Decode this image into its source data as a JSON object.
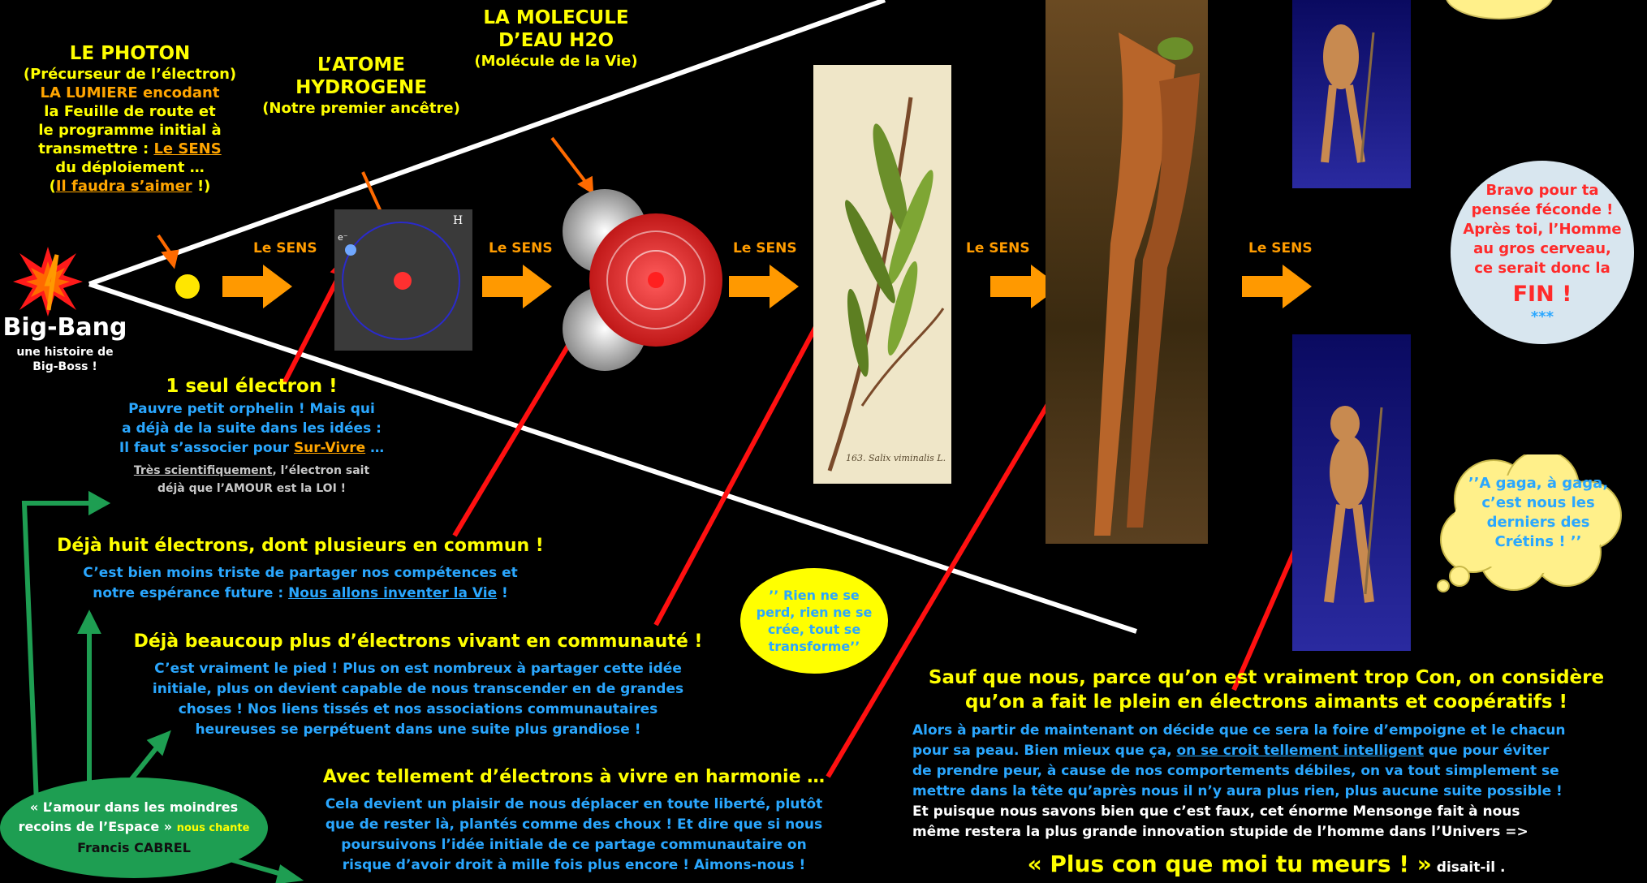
{
  "photon": {
    "title": "LE PHOTON",
    "line1": "(Précurseur de l’électron)",
    "line2": "LA   LUMIERE encodant",
    "line3": "la Feuille de route et",
    "line4": "le programme initial à",
    "line5_a": "transmettre : ",
    "line5_b": "Le SENS",
    "line6": "du déploiement …",
    "line7_a": "(",
    "line7_b": "Il faudra s’aimer",
    "line7_c": " !)"
  },
  "bigbang": {
    "title": "Big-Bang",
    "sub1": "une histoire de",
    "sub2": "Big-Boss !"
  },
  "atom": {
    "title1": "L’ATOME",
    "title2": "HYDROGENE",
    "sub": "(Notre premier ancêtre)",
    "label_h": "H",
    "label_e": "e⁻"
  },
  "molecule": {
    "title1": "LA MOLECULE",
    "title2": "D’EAU  H2O",
    "sub": "(Molécule de la Vie)"
  },
  "sens_label": "Le SENS",
  "electron": {
    "title": "1 seul électron !",
    "p1": "Pauvre petit orphelin !  Mais qui",
    "p2": "a déjà de la suite dans les idées :",
    "p3_a": "Il faut s’associer pour ",
    "p3_b": "Sur-Vivre",
    "p3_c": " …",
    "p4_a": "Très scientifiquement",
    "p4_b": ", l’électron sait",
    "p5": "déjà que l’AMOUR est la LOI !"
  },
  "huit": {
    "title": "Déjà huit électrons, dont plusieurs en commun !",
    "p1": "C’est bien moins triste de partager nos compétences et",
    "p2_a": "notre espérance future :  ",
    "p2_b": "Nous allons inventer la Vie",
    "p2_c": " !"
  },
  "beaucoup": {
    "title": "Déjà beaucoup plus d’électrons vivant en communauté !",
    "p1": "C’est vraiment le pied !  Plus on est nombreux à partager  cette idée",
    "p2": "initiale, plus on devient capable de nous transcender en de grandes",
    "p3": "choses ! Nos liens tissés et nos associations communautaires",
    "p4": "heureuses se perpétuent dans une suite plus grandiose !"
  },
  "harmonie": {
    "title": "Avec tellement d’électrons à vivre en harmonie …",
    "p1": "Cela devient un plaisir de nous déplacer en toute liberté, plutôt",
    "p2": "que de rester là, plantés  comme des choux !  Et dire que si nous",
    "p3": "poursuivons l’idée initiale de ce partage communautaire on",
    "p4": "risque d’avoir droit à mille fois plus encore ! Aimons-nous !"
  },
  "lavoisier": {
    "l1": "’’ Rien ne se",
    "l2": "perd, rien ne se",
    "l3": "crée, tout se",
    "l4": "transforme’’"
  },
  "cabrel": {
    "l1": "« L’amour dans les moindres",
    "l2_a": "recoins de l’Espace » ",
    "l2_b": "nous chante",
    "l3": "Francis CABREL"
  },
  "bravo": {
    "l1": "Bravo pour ta",
    "l2": "pensée féconde !",
    "l3": "Après toi, l’Homme",
    "l4": "au gros cerveau,",
    "l5": "ce serait donc la",
    "fin": "FIN !",
    "stars": "***"
  },
  "gaga": {
    "l1": "’’A gaga, à gaga,",
    "l2": "c’est nous les",
    "l3": "derniers des",
    "l4": "Crétins ! ’’"
  },
  "sauf": {
    "title1": "Sauf que nous, parce qu’on est vraiment trop Con, on considère",
    "title2": "qu’on a fait le plein en électrons aimants et coopératifs !",
    "p1": "Alors à partir de maintenant on décide que ce sera la foire d’empoigne et le chacun",
    "p2_a": "pour sa peau. Bien mieux que ça, ",
    "p2_b": "on se croit tellement intelligent",
    "p2_c": " que pour éviter",
    "p3": "de prendre peur, à cause de nos comportements débiles, on va tout simplement se",
    "p4": "mettre dans la tête qu’après nous  il n’y aura plus rien, plus aucune  suite possible !",
    "p5": "Et puisque nous savons bien que c’est faux, cet énorme Mensonge fait à nous",
    "p6": "même restera la plus grande innovation stupide de l’homme dans l’Univers  =>",
    "final_a": "« Plus con que moi tu meurs ! »",
    "final_b": " disait-il ."
  },
  "plant_caption": "163. Salix viminalis L.",
  "colors": {
    "yellow": "#ffff00",
    "orange": "#ffa500",
    "blue": "#2aa7ff",
    "red": "#ff2a2a",
    "green_arrow": "#1e9e52",
    "bubble_fill": "#fff08a"
  }
}
